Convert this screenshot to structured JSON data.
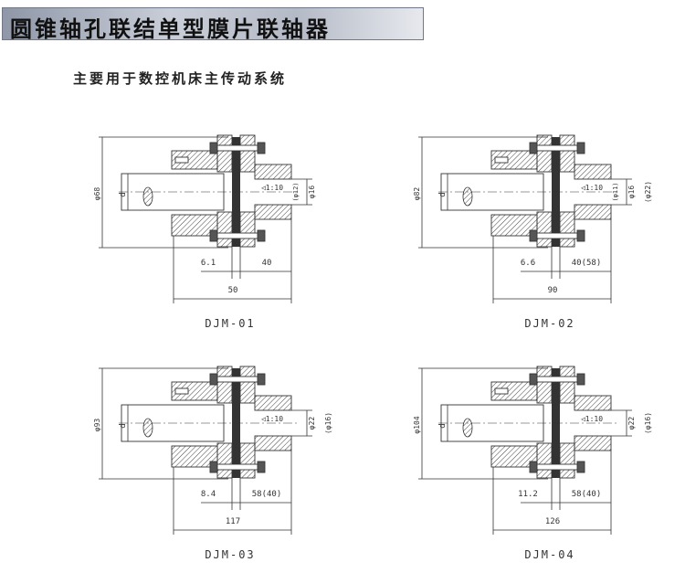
{
  "title": "圆锥轴孔联结单型膜片联轴器",
  "subtitle": "主要用于数控机床主传动系统",
  "drawings": [
    {
      "model": "DJM-01",
      "outer_dia": "φ68",
      "bore": "d",
      "taper": "1:10",
      "bore_dia_1": "(φ12)",
      "bore_dia_2": "φ16",
      "gap": "6.1",
      "hub_len": "40",
      "total_len": "50"
    },
    {
      "model": "DJM-02",
      "outer_dia": "φ82",
      "bore": "d",
      "taper": "1:10",
      "bore_dia_1": "(φ11)",
      "bore_dia_2": "φ16",
      "bore_dia_3": "(φ22)",
      "gap": "6.6",
      "hub_len": "40(58)",
      "total_len": "90"
    },
    {
      "model": "DJM-03",
      "outer_dia": "φ93",
      "bore": "d",
      "taper": "1:10",
      "bore_dia_2": "φ22",
      "bore_dia_3": "(φ16)",
      "gap": "8.4",
      "hub_len": "58(40)",
      "total_len": "117"
    },
    {
      "model": "DJM-04",
      "outer_dia": "φ104",
      "bore": "d",
      "taper": "1:10",
      "bore_dia_2": "φ22",
      "bore_dia_3": "(φ16)",
      "gap": "11.2",
      "hub_len": "58(40)",
      "total_len": "126"
    }
  ]
}
